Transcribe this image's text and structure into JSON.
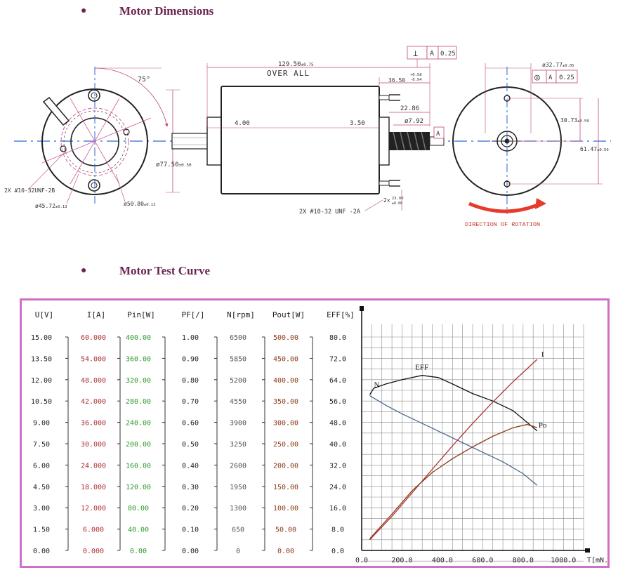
{
  "sections": {
    "dimensions_title": "Motor Dimensions",
    "curve_title": "Motor Test Curve"
  },
  "drawing": {
    "angle": "75°",
    "overall_len": "129.50",
    "overall_tol": "±0.75",
    "overall_label": "OVER ALL",
    "perp_sym": "⊥",
    "datum_a": "A",
    "perp_tol": "0.25",
    "shaft_len": "36.50",
    "shaft_tol_up": "+0.58",
    "shaft_tol_dn": "-0.94",
    "dim_22_86": "22.86",
    "dim_7_92": "ø7.92",
    "dim_4_00": "4.00",
    "dim_3_50": "3.50",
    "dia_77": "ø77.50",
    "dia_77_tol": "±0.50",
    "dia_50": "ø50.80",
    "dia_50_tol": "±0.13",
    "dia_45": "ø45.72",
    "dia_45_tol": "±0.13",
    "thread_front": "2X #10-32UNF-2B",
    "thread_rear": "2X #10-32 UNF -2A",
    "stud_len": "23.00",
    "stud_tol": "±0.00",
    "stud_mult": "2×",
    "dia_32": "ø32.77",
    "dia_32_tol": "±0.05",
    "conc_sym": "◎",
    "conc_tol": "0.25",
    "dim_30_73": "30.73",
    "dim_30_73_tol": "±0.50",
    "dim_61_47": "61.47",
    "dim_61_47_tol": "±0.50",
    "rotation_label": "DIRECTION OF ROTATION"
  },
  "chart_data": {
    "type": "line",
    "axes": [
      {
        "header": "U[V]",
        "color": "#222222",
        "ticks": [
          "15.00",
          "13.50",
          "12.00",
          "10.50",
          "9.00",
          "7.50",
          "6.00",
          "4.50",
          "3.00",
          "1.50",
          "0.00"
        ]
      },
      {
        "header": "I[A]",
        "color": "#b03030",
        "ticks": [
          "60.000",
          "54.000",
          "48.000",
          "42.000",
          "36.000",
          "30.000",
          "24.000",
          "18.000",
          "12.000",
          "6.000",
          "0.000"
        ]
      },
      {
        "header": "Pin[W]",
        "color": "#2e9a2e",
        "ticks": [
          "400.00",
          "360.00",
          "320.00",
          "280.00",
          "240.00",
          "200.00",
          "160.00",
          "120.00",
          "80.00",
          "40.00",
          "0.00"
        ]
      },
      {
        "header": "PF[/]",
        "color": "#222222",
        "ticks": [
          "1.00",
          "0.90",
          "0.80",
          "0.70",
          "0.60",
          "0.50",
          "0.40",
          "0.30",
          "0.20",
          "0.10",
          "0.00"
        ]
      },
      {
        "header": "N[rpm]",
        "color": "#555555",
        "ticks": [
          "6500",
          "5850",
          "5200",
          "4550",
          "3900",
          "3250",
          "2600",
          "1950",
          "1300",
          "650",
          "0"
        ]
      },
      {
        "header": "Pout[W]",
        "color": "#8b3a1a",
        "ticks": [
          "500.00",
          "450.00",
          "400.00",
          "350.00",
          "300.00",
          "250.00",
          "200.00",
          "150.00",
          "100.00",
          "50.00",
          "0.00"
        ]
      },
      {
        "header": "EFF[%]",
        "color": "#222222",
        "ticks": [
          "80.0",
          "72.0",
          "64.0",
          "56.0",
          "48.0",
          "40.0",
          "32.0",
          "24.0",
          "16.0",
          "8.0",
          "0.0"
        ]
      }
    ],
    "x_ticks": [
      "0.0",
      "200.0",
      "400.0",
      "600.0",
      "800.0",
      "1000.0"
    ],
    "xlabel": "T[mN.m]",
    "xlim": [
      0,
      1100
    ],
    "ylim": [
      0,
      10
    ],
    "grid": true,
    "series": [
      {
        "name": "N",
        "color": "#4a6a8a",
        "points": [
          [
            40,
            7.25
          ],
          [
            120,
            6.8
          ],
          [
            200,
            6.4
          ],
          [
            300,
            5.95
          ],
          [
            400,
            5.5
          ],
          [
            500,
            5.05
          ],
          [
            600,
            4.6
          ],
          [
            700,
            4.15
          ],
          [
            800,
            3.6
          ],
          [
            870,
            3.05
          ]
        ]
      },
      {
        "name": "EFF",
        "color": "#111111",
        "points": [
          [
            40,
            7.3
          ],
          [
            60,
            7.6
          ],
          [
            120,
            7.8
          ],
          [
            200,
            8.0
          ],
          [
            300,
            8.2
          ],
          [
            380,
            8.1
          ],
          [
            450,
            7.8
          ],
          [
            550,
            7.35
          ],
          [
            650,
            7.0
          ],
          [
            750,
            6.55
          ],
          [
            820,
            6.0
          ],
          [
            870,
            5.6
          ]
        ]
      },
      {
        "name": "I",
        "color": "#b03030",
        "points": [
          [
            40,
            0.5
          ],
          [
            150,
            1.6
          ],
          [
            250,
            2.7
          ],
          [
            350,
            3.8
          ],
          [
            450,
            4.9
          ],
          [
            550,
            5.95
          ],
          [
            650,
            6.95
          ],
          [
            750,
            7.9
          ],
          [
            830,
            8.6
          ],
          [
            870,
            8.95
          ]
        ]
      },
      {
        "name": "Po",
        "color": "#8b3a1a",
        "points": [
          [
            40,
            0.55
          ],
          [
            150,
            1.7
          ],
          [
            250,
            2.8
          ],
          [
            350,
            3.65
          ],
          [
            450,
            4.3
          ],
          [
            550,
            4.85
          ],
          [
            650,
            5.35
          ],
          [
            750,
            5.75
          ],
          [
            820,
            5.9
          ],
          [
            870,
            5.75
          ]
        ]
      }
    ]
  }
}
